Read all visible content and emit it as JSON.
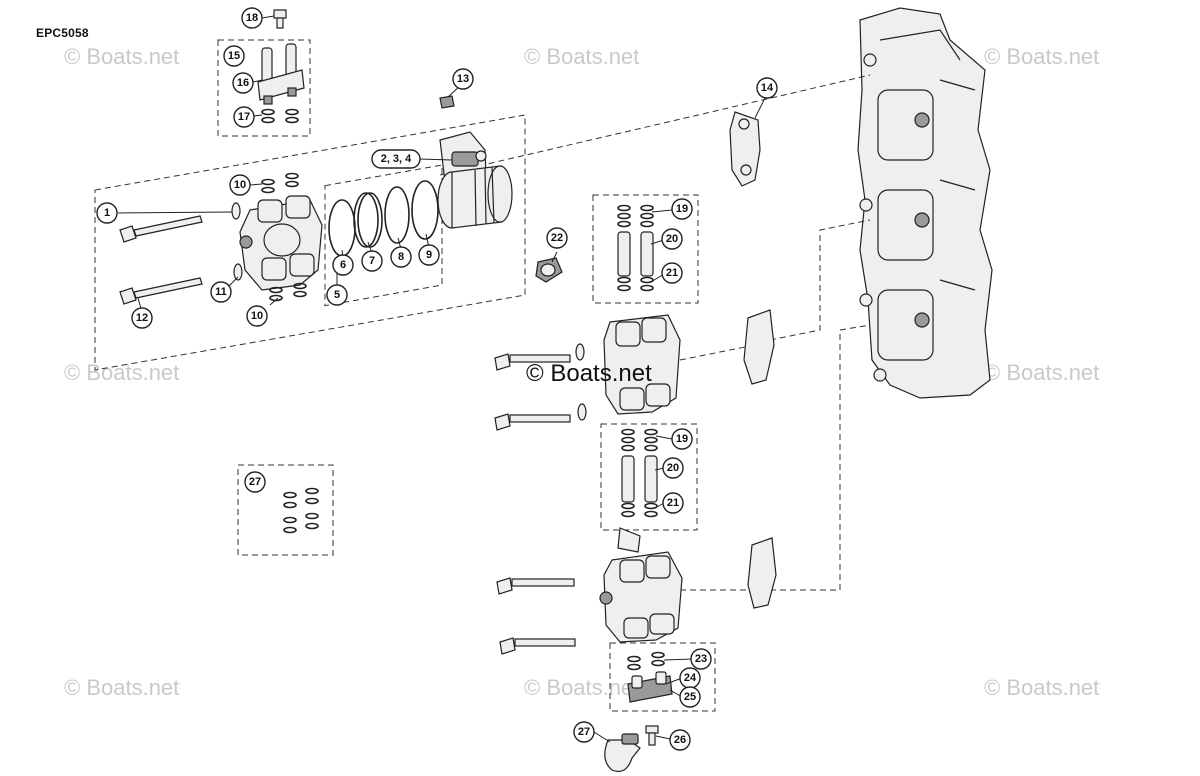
{
  "diagram_code": "EPC5058",
  "watermark": "© Boats.net",
  "watermark_center": "© Boats.net",
  "callouts": {
    "c1": "1",
    "c2": "2, 3, 4",
    "c5": "5",
    "c6": "6",
    "c7": "7",
    "c8": "8",
    "c9": "9",
    "c10a": "10",
    "c10b": "10",
    "c11": "11",
    "c12": "12",
    "c13": "13",
    "c14": "14",
    "c15": "15",
    "c16": "16",
    "c17": "17",
    "c18": "18",
    "c19a": "19",
    "c19b": "19",
    "c20a": "20",
    "c20b": "20",
    "c21a": "21",
    "c21b": "21",
    "c22": "22",
    "c23": "23",
    "c24": "24",
    "c25": "25",
    "c26": "26",
    "c27a": "27",
    "c27b": "27"
  },
  "icons": [
    "bolt-icon",
    "o-ring-icon",
    "washer-icon",
    "fitting-icon",
    "valve-body-icon",
    "cylinder-head-icon",
    "gasket-icon",
    "clamp-icon",
    "sensor-icon"
  ]
}
